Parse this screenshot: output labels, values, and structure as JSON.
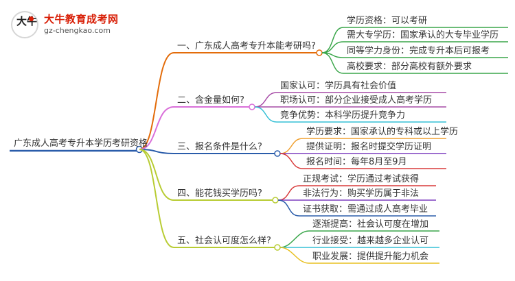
{
  "logo": {
    "mark": "大牛",
    "title": "大牛教育成考网",
    "url": "gz-chengkao.com"
  },
  "root": {
    "label": "广东成人高考专升本学历考研资格",
    "color": "#2a5caa"
  },
  "branches": [
    {
      "label": "一、广东成人高考专升本能考研吗?",
      "color": "#e36c0a",
      "children": [
        {
          "label": "学历资格：可以考研",
          "color": "#3aa64a"
        },
        {
          "label": "需大专学历：国家承认的大专毕业学历",
          "color": "#3aa64a"
        },
        {
          "label": "同等学力身份：完成专升本后可报考",
          "color": "#3aa64a"
        },
        {
          "label": "高校要求：部分高校有额外要求",
          "color": "#3aa64a"
        }
      ]
    },
    {
      "label": "二、含金量如何?",
      "color": "#d96fd9",
      "children": [
        {
          "label": "国家认可：学历具有社会价值",
          "color": "#a64aa6"
        },
        {
          "label": "职场认可：部分企业接受成人高考学历",
          "color": "#a64aa6"
        },
        {
          "label": "竞争优势：本科学历提升竞争力",
          "color": "#35c0d6"
        }
      ]
    },
    {
      "label": "三、报名条件是什么?",
      "color": "#2a5caa",
      "children": [
        {
          "label": "学历要求：国家承认的专科或以上学历",
          "color": "#f0a030"
        },
        {
          "label": "提供证明：报名时提交学历证明",
          "color": "#7d3fbf"
        },
        {
          "label": "报名时间：每年8月至9月",
          "color": "#d83a3a"
        }
      ]
    },
    {
      "label": "四、能花钱买学历吗?",
      "color": "#b8cc33",
      "children": [
        {
          "label": "正规考试：学历通过考试获得",
          "color": "#d83a3a"
        },
        {
          "label": "非法行为：购买学历属于非法",
          "color": "#7d3fbf"
        },
        {
          "label": "证书获取：需通过成人高考毕业",
          "color": "#2a5caa"
        }
      ]
    },
    {
      "label": "五、社会认可度怎么样?",
      "color": "#b8cc33",
      "children": [
        {
          "label": "逐渐提高：社会认可度在增加",
          "color": "#3aa64a"
        },
        {
          "label": "行业接受：越来越多企业认可",
          "color": "#35c0d6"
        },
        {
          "label": "职业发展：提供提升能力机会",
          "color": "#e8c020"
        }
      ]
    }
  ]
}
